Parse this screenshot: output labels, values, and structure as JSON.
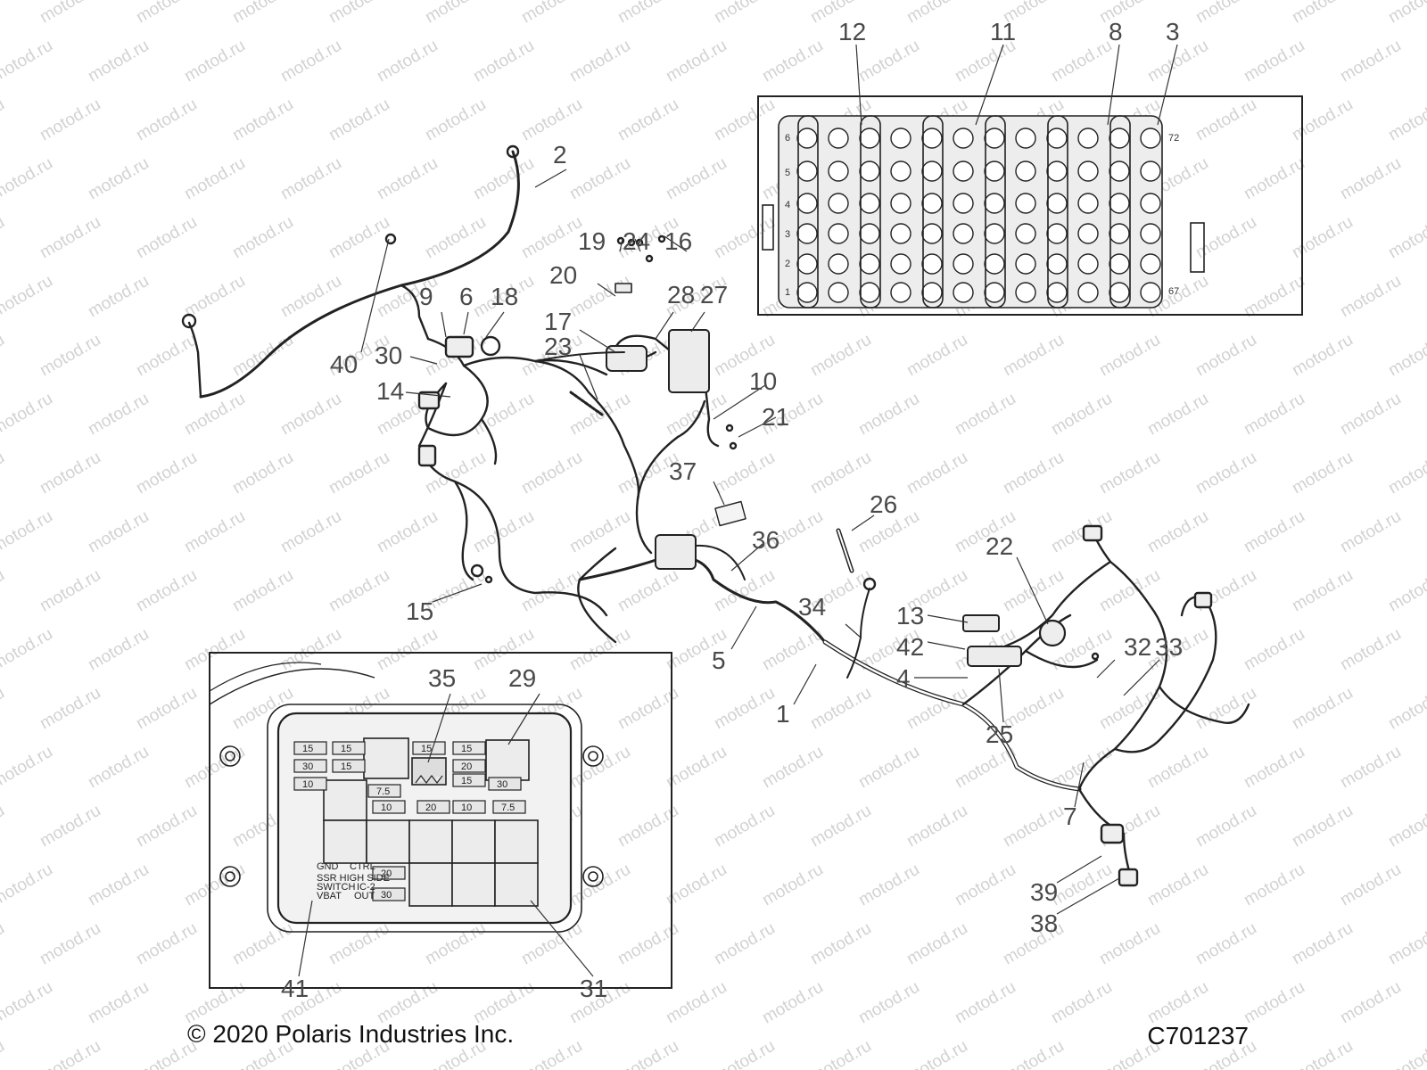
{
  "watermark": "motod.ru",
  "callouts": [
    "12",
    "11",
    "8",
    "3",
    "2",
    "19",
    "24",
    "16",
    "20",
    "28",
    "27",
    "9",
    "6",
    "18",
    "17",
    "23",
    "40",
    "30",
    "14",
    "10",
    "21",
    "37",
    "26",
    "36",
    "22",
    "15",
    "34",
    "13",
    "42",
    "32",
    "33",
    "5",
    "35",
    "29",
    "4",
    "1",
    "25",
    "7",
    "39",
    "38",
    "41",
    "31"
  ],
  "inset_top": {
    "row_numbers": [
      "6",
      "5",
      "4",
      "3",
      "2",
      "1"
    ],
    "right_numbers": [
      "72",
      "67"
    ]
  },
  "fuse_box": {
    "fuses": [
      "15",
      "15",
      "15",
      "15",
      "30",
      "15",
      "20",
      "15",
      "10",
      "7.5",
      "30",
      "10",
      "20",
      "10",
      "7.5",
      "20",
      "30"
    ],
    "relay_label_lines": [
      "VBAT",
      "OUT",
      "GND",
      "CTRL",
      "SSR HIGH SIDE",
      "SWITCH",
      "IC-2"
    ]
  },
  "footer": {
    "copyright": "© 2020 Polaris Industries Inc.",
    "drawing_id": "C701237"
  }
}
